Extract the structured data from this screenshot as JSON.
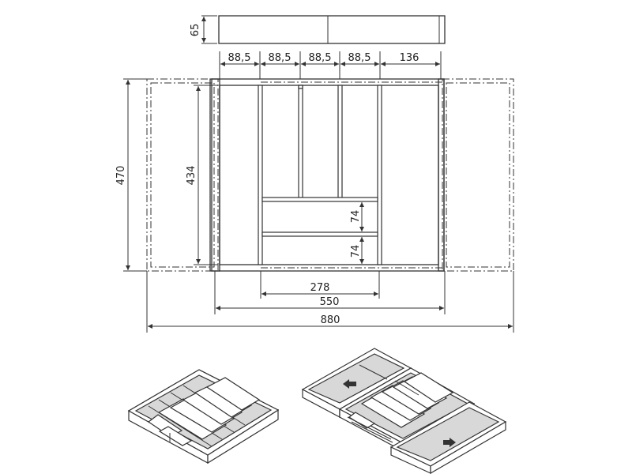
{
  "drawing": {
    "height_label": "65",
    "top_widths": [
      "88,5",
      "88,5",
      "88,5",
      "88,5",
      "136"
    ],
    "depth_outer": "470",
    "depth_inner": "434",
    "small_compartment_1": "74",
    "small_compartment_2": "74",
    "width_inner_section": "278",
    "width_closed": "550",
    "width_extended": "880"
  },
  "colors": {
    "line": "#333333",
    "panel_shade": "#d8d8d8",
    "background": "#ffffff"
  },
  "icons": {
    "arrow_left": "arrow-left-icon",
    "arrow_right": "arrow-right-icon"
  }
}
